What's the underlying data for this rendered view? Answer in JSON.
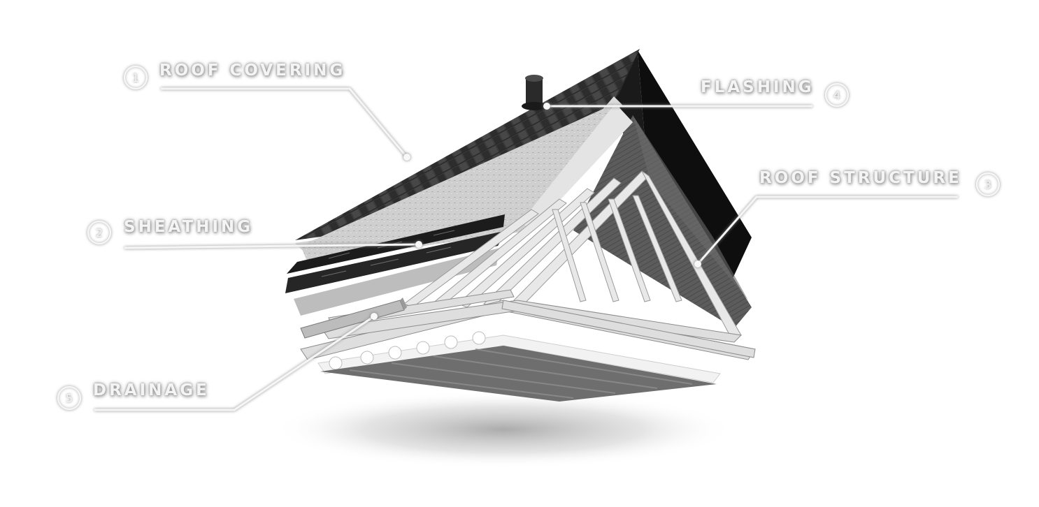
{
  "callouts": [
    {
      "id": "roof-covering",
      "number": "1",
      "label": "ROOF COVERING"
    },
    {
      "id": "sheathing",
      "number": "2",
      "label": "SHEATHING"
    },
    {
      "id": "roof-structure",
      "number": "3",
      "label": "ROOF STRUCTURE"
    },
    {
      "id": "flashing",
      "number": "4",
      "label": "FLASHING"
    },
    {
      "id": "drainage",
      "number": "5",
      "label": "DRAINAGE"
    }
  ],
  "colors": {
    "shingle": "#3a3a3a",
    "gable": "#101010",
    "wood": "#cfcfcf",
    "membrane": "#1e1e1e",
    "leader": "#f5f5f5"
  }
}
